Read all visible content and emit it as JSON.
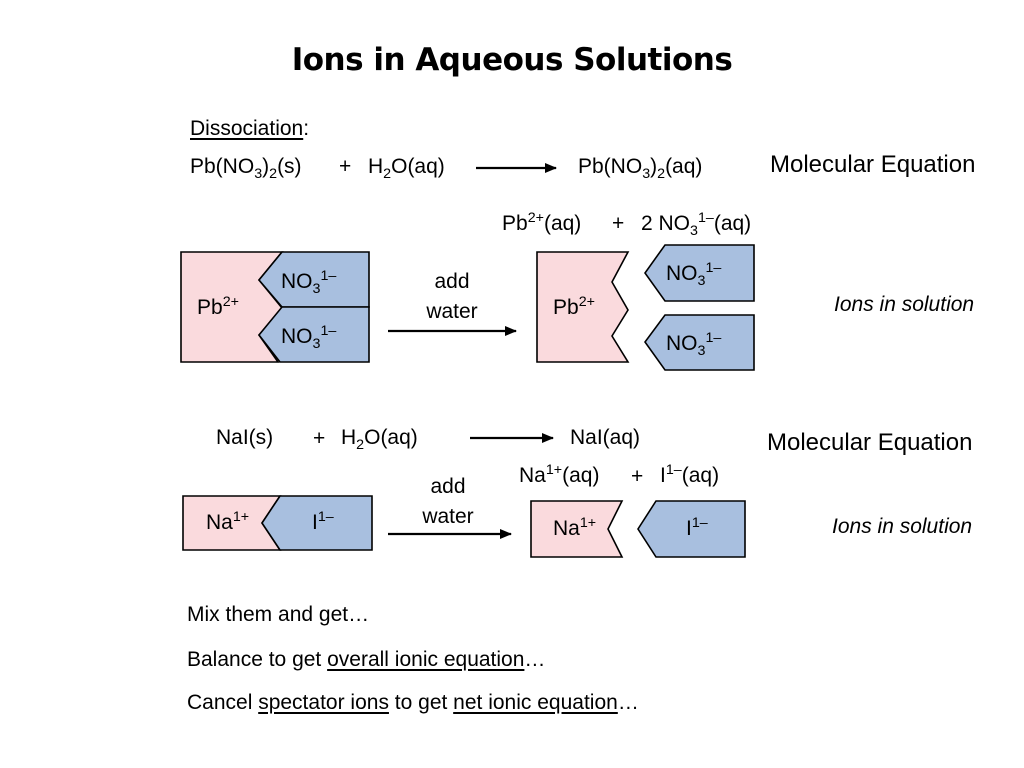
{
  "title": "Ions in Aqueous Solutions",
  "dissociation": {
    "heading": "Dissociation",
    "colon": ":",
    "reactant1": {
      "a": "Pb(NO",
      "s1": "3",
      "b": ")",
      "s2": "2",
      "c": "(s)"
    },
    "plus": "+",
    "reactant2": {
      "a": "H",
      "s": "2",
      "b": "O(aq)"
    },
    "product": {
      "a": "Pb(NO",
      "s1": "3",
      "b": ")",
      "s2": "2",
      "c": "(aq)"
    },
    "equation_label": "Molecular Equation",
    "ions_line": {
      "pb": "Pb",
      "pb_sup": "2+",
      "pb_state": "(aq)",
      "plus": "+",
      "coef": "2 NO",
      "no_sub": "3",
      "no_sup": "1–",
      "no_state": "(aq)"
    },
    "ions_label": "Ions in solution",
    "add_water": [
      "add",
      "water"
    ],
    "cation": {
      "sym": "Pb",
      "sup": "2+"
    },
    "anion": {
      "sym": "NO",
      "sub": "3",
      "sup": "1–"
    }
  },
  "nai": {
    "reactant1": "NaI(s)",
    "plus": "+",
    "reactant2": {
      "a": "H",
      "s": "2",
      "b": "O(aq)"
    },
    "product": "NaI(aq)",
    "equation_label": "Molecular Equation",
    "ions_line": {
      "na": "Na",
      "na_sup": "1+",
      "na_state": "(aq)",
      "plus": "+",
      "i": "I",
      "i_sup": "1–",
      "i_state": "(aq)"
    },
    "ions_label": "Ions in solution",
    "add_water": [
      "add",
      "water"
    ],
    "cation": {
      "sym": "Na",
      "sup": "1+"
    },
    "anion": {
      "sym": "I",
      "sup": "1–"
    }
  },
  "steps": {
    "mix": "Mix them and get…",
    "balance_pre": "Balance to get ",
    "balance_link": "overall ionic equation",
    "balance_post": "…",
    "cancel_pre": "Cancel ",
    "cancel_link1": "spectator ions",
    "cancel_mid": " to get ",
    "cancel_link2": "net ionic equation",
    "cancel_post": "…"
  },
  "colors": {
    "cation_fill": "#fadadd",
    "anion_fill": "#a8bfdf",
    "stroke": "#000000"
  }
}
